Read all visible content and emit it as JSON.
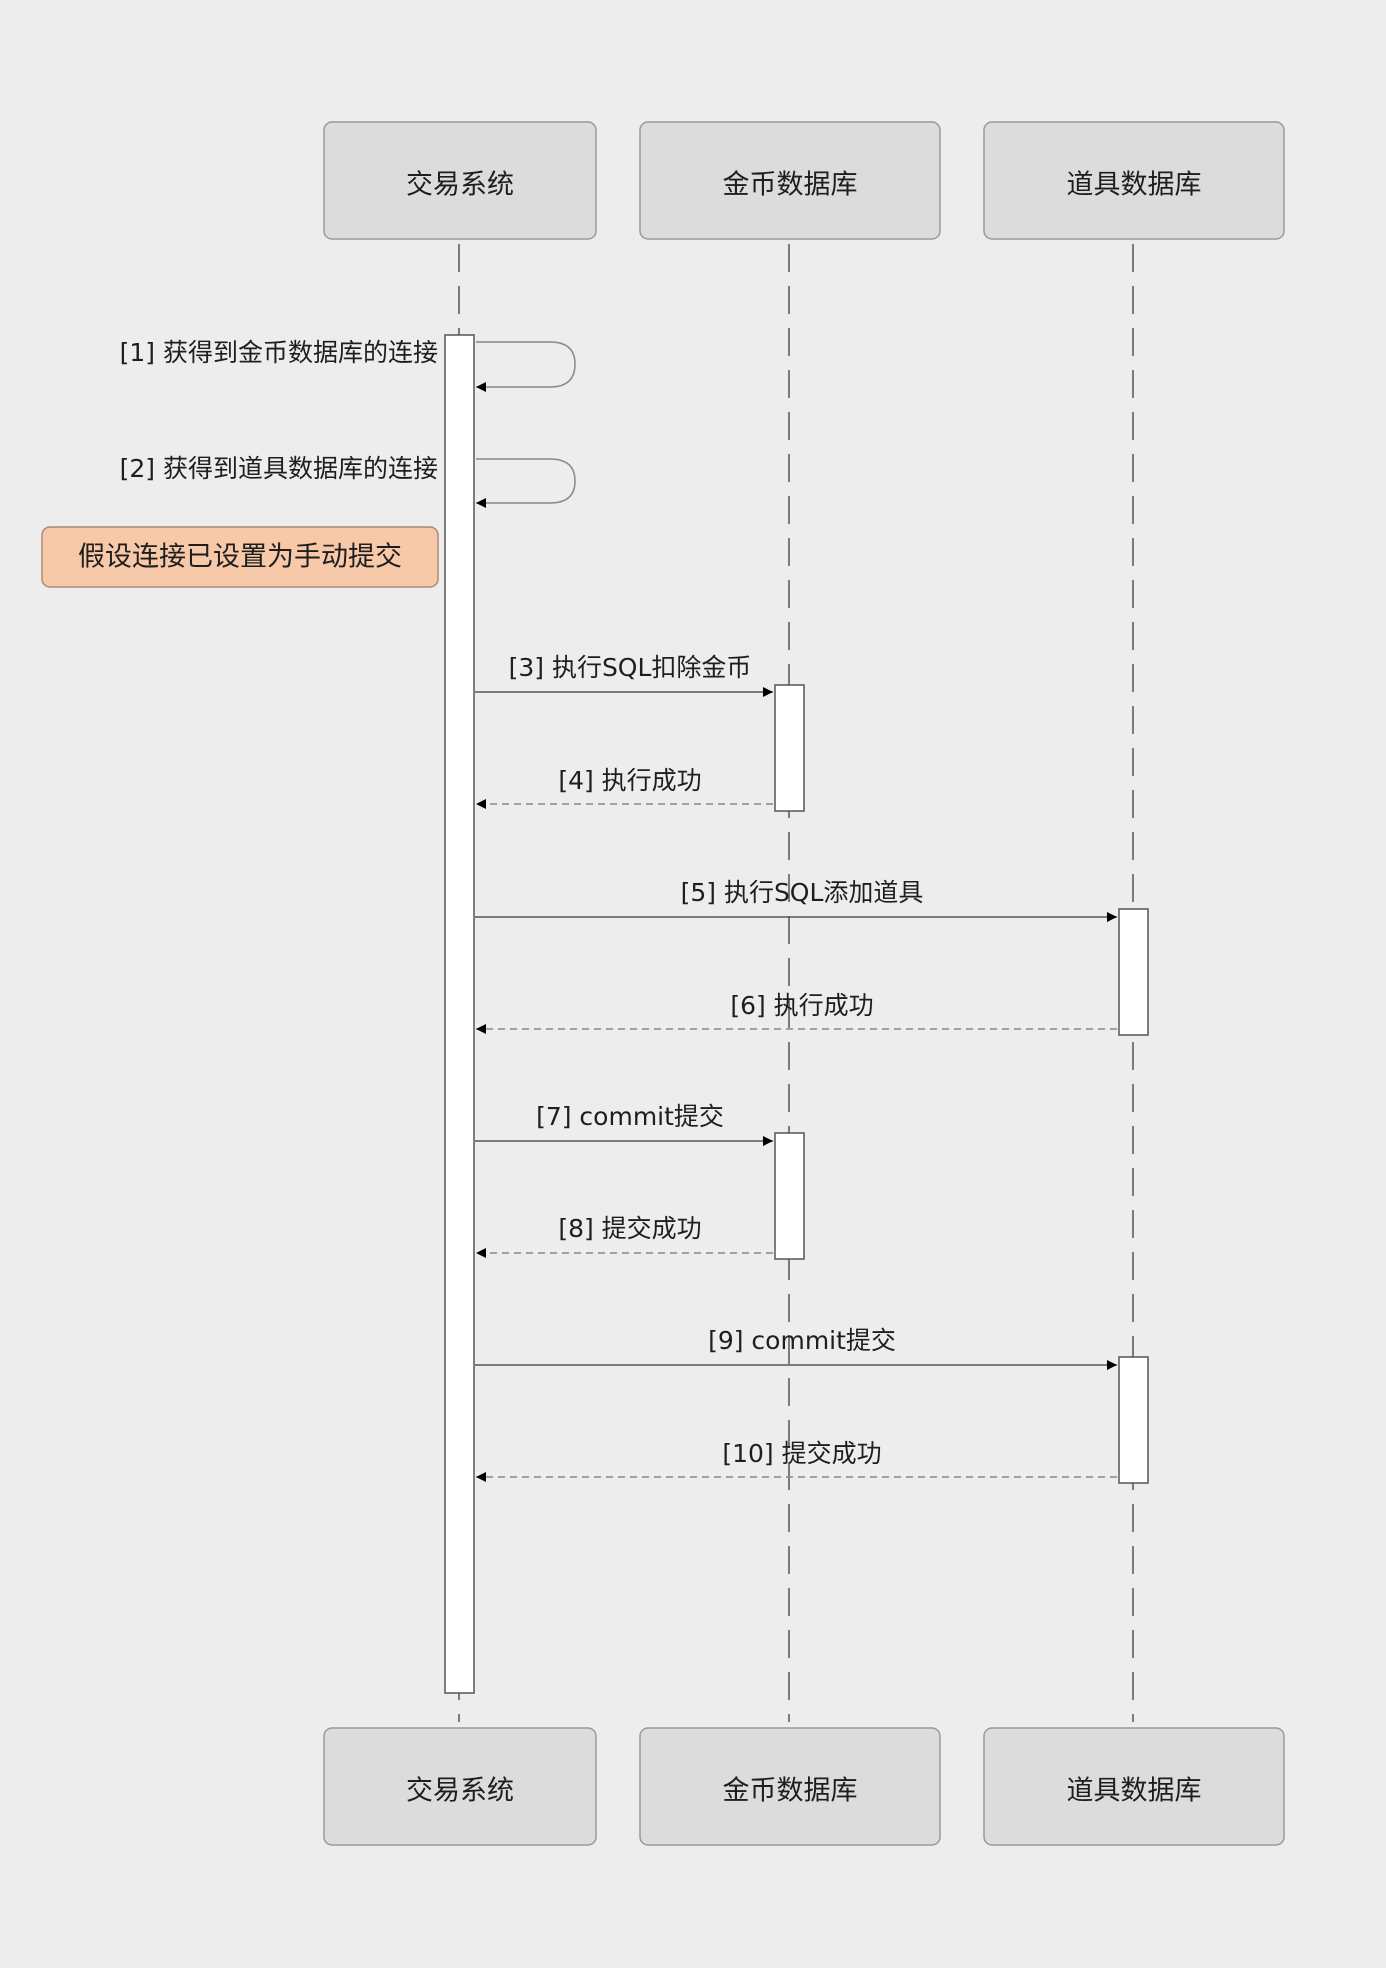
{
  "colors": {
    "background": "#ededed",
    "participant_fill": "#dcdcdc",
    "note_fill": "#f8c9a8",
    "activation_fill": "#ffffff",
    "line": "#555555"
  },
  "participants": [
    {
      "id": "trade",
      "label": "交易系统"
    },
    {
      "id": "gold",
      "label": "金币数据库"
    },
    {
      "id": "item",
      "label": "道具数据库"
    }
  ],
  "messages": [
    {
      "id": "m1",
      "label": "[1] 获得到金币数据库的连接",
      "from": "trade",
      "to": "trade",
      "kind": "self"
    },
    {
      "id": "m2",
      "label": "[2] 获得到道具数据库的连接",
      "from": "trade",
      "to": "trade",
      "kind": "self"
    },
    {
      "id": "m3",
      "label": "[3] 执行SQL扣除金币",
      "from": "trade",
      "to": "gold",
      "kind": "call"
    },
    {
      "id": "m4",
      "label": "[4] 执行成功",
      "from": "gold",
      "to": "trade",
      "kind": "return"
    },
    {
      "id": "m5",
      "label": "[5] 执行SQL添加道具",
      "from": "trade",
      "to": "item",
      "kind": "call"
    },
    {
      "id": "m6",
      "label": "[6] 执行成功",
      "from": "item",
      "to": "trade",
      "kind": "return"
    },
    {
      "id": "m7",
      "label": "[7] commit提交",
      "from": "trade",
      "to": "gold",
      "kind": "call"
    },
    {
      "id": "m8",
      "label": "[8] 提交成功",
      "from": "gold",
      "to": "trade",
      "kind": "return"
    },
    {
      "id": "m9",
      "label": "[9] commit提交",
      "from": "trade",
      "to": "item",
      "kind": "call"
    },
    {
      "id": "m10",
      "label": "[10] 提交成功",
      "from": "item",
      "to": "trade",
      "kind": "return"
    }
  ],
  "note": {
    "label": "假设连接已设置为手动提交"
  }
}
